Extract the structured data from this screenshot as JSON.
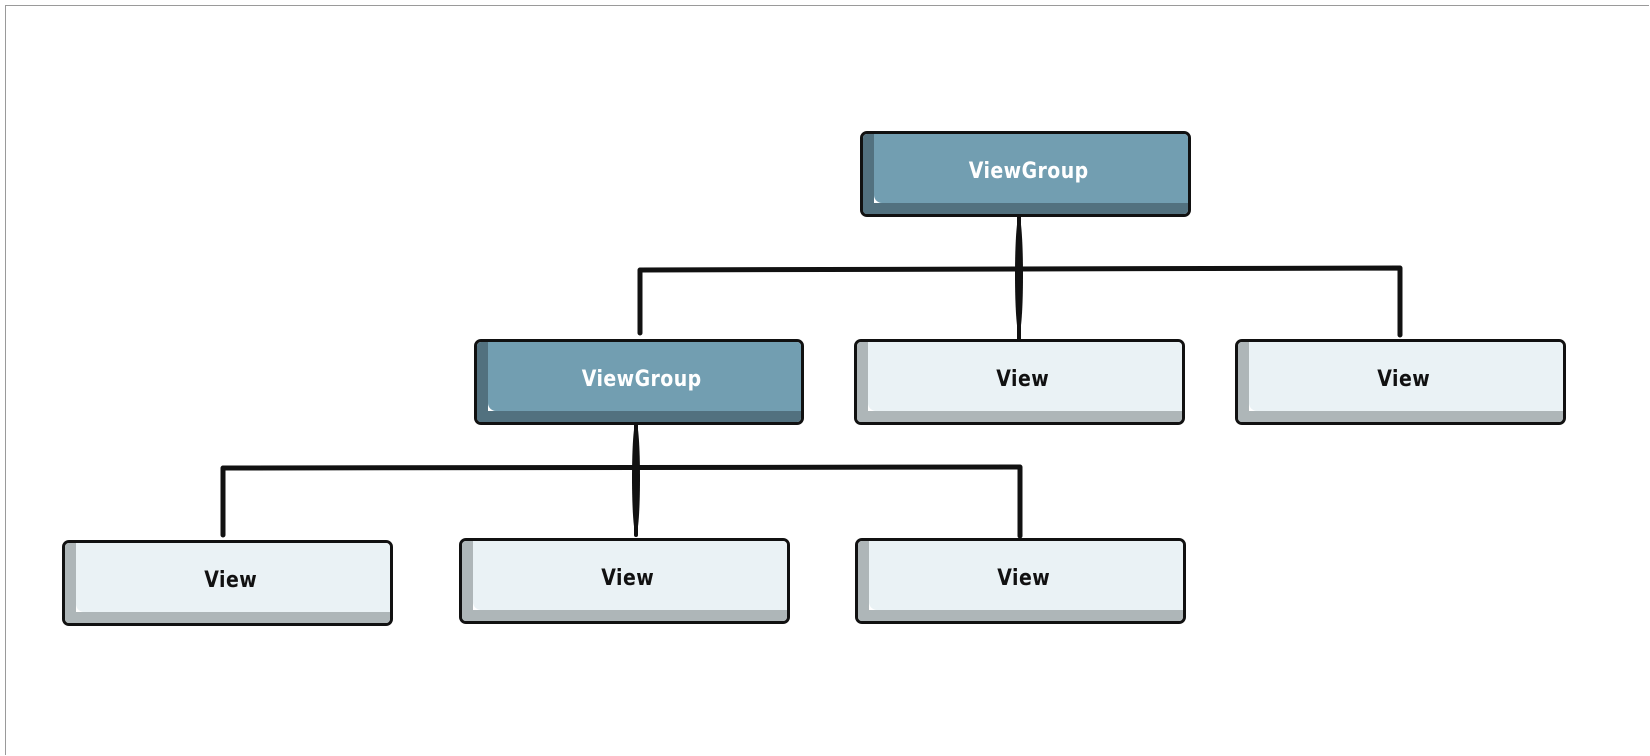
{
  "diagram": {
    "root": {
      "label": "ViewGroup"
    },
    "level1": [
      {
        "label": "ViewGroup"
      },
      {
        "label": "View"
      },
      {
        "label": "View"
      }
    ],
    "level2": [
      {
        "label": "View"
      },
      {
        "label": "View"
      },
      {
        "label": "View"
      }
    ]
  },
  "colors": {
    "viewgroup_fill": "#729eb1",
    "viewgroup_shade": "#52717f",
    "view_fill": "#eaf2f5",
    "view_shade": "#aeb6b8",
    "outline": "#111111"
  }
}
